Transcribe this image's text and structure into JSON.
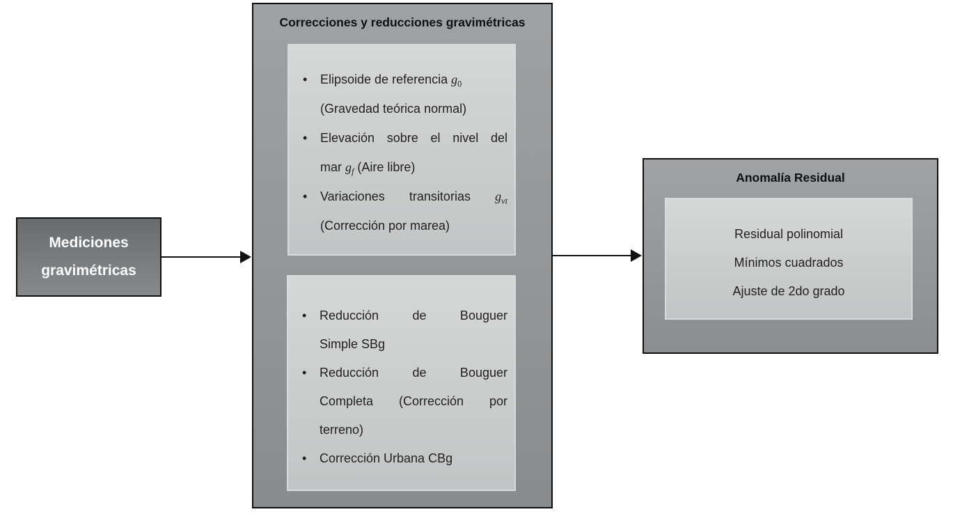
{
  "left_box": {
    "label": "Mediciones gravimétricas"
  },
  "middle_box": {
    "title": "Correcciones y reducciones gravimétricas",
    "box1": {
      "b1_l1_text": "Elipsoide de referencia ",
      "b1_l1_math": "g",
      "b1_l1_sub": "0",
      "b1_l2": "(Gravedad teórica normal)",
      "b2_l1": "Elevación sobre el nivel del",
      "b2_l2_pre": "mar ",
      "b2_l2_math": "g",
      "b2_l2_sub": "f",
      "b2_l2_post": " (Aire libre)",
      "b3_l1_text": "Variaciones transitorias ",
      "b3_l1_math": "g",
      "b3_l1_sub": "vt",
      "b3_l2": "(Corrección por marea)"
    },
    "box2": {
      "b1_l1": "Reducción de Bouguer",
      "b1_l2": "Simple SBg",
      "b2_l1": "Reducción de Bouguer",
      "b2_l2": "Completa (Corrección por",
      "b2_l3": "terreno)",
      "b3_l1": "Corrección Urbana CBg"
    }
  },
  "right_box": {
    "title": "Anomalía Residual",
    "line1": "Residual polinomial",
    "line2": "Mínimos cuadrados",
    "line3": "Ajuste de 2do grado"
  },
  "colors": {
    "left_box_top": "#696c6e",
    "left_box_bottom": "#878a8c",
    "outer_box_top": "#9fa2a4",
    "outer_box_bottom": "#898c8e",
    "inner_panel_top": "#d6d8d7",
    "inner_panel_bottom": "#c2c4c5",
    "border": "#0e0e0e",
    "arrow": "#111111",
    "text_dark": "#1f1f1f",
    "text_light": "#ffffff"
  }
}
